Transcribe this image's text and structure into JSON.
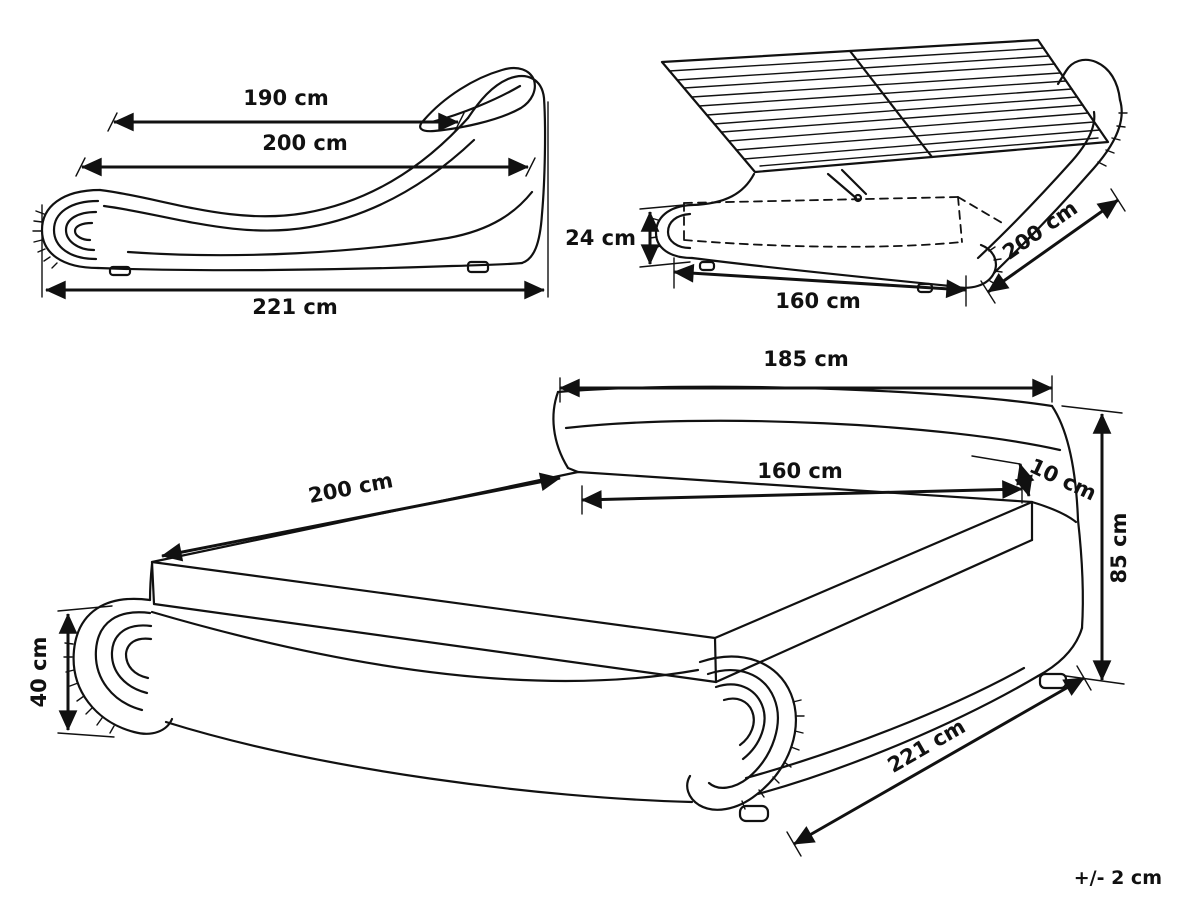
{
  "colors": {
    "ink": "#111111",
    "background": "#ffffff"
  },
  "views": {
    "side": {
      "headrest_width": "190 cm",
      "lying_width": "200 cm",
      "total_width": "221 cm"
    },
    "storage": {
      "storage_depth": "24 cm",
      "storage_width": "160 cm",
      "storage_length": "200 cm"
    },
    "perspective": {
      "headboard_width": "185 cm",
      "mattress_width": "160 cm",
      "mattress_length": "200 cm",
      "frame_edge": "10 cm",
      "headboard_height": "85 cm",
      "foot_height": "40 cm",
      "total_length": "221 cm"
    }
  },
  "footer": {
    "tolerance": "+/- 2 cm"
  }
}
